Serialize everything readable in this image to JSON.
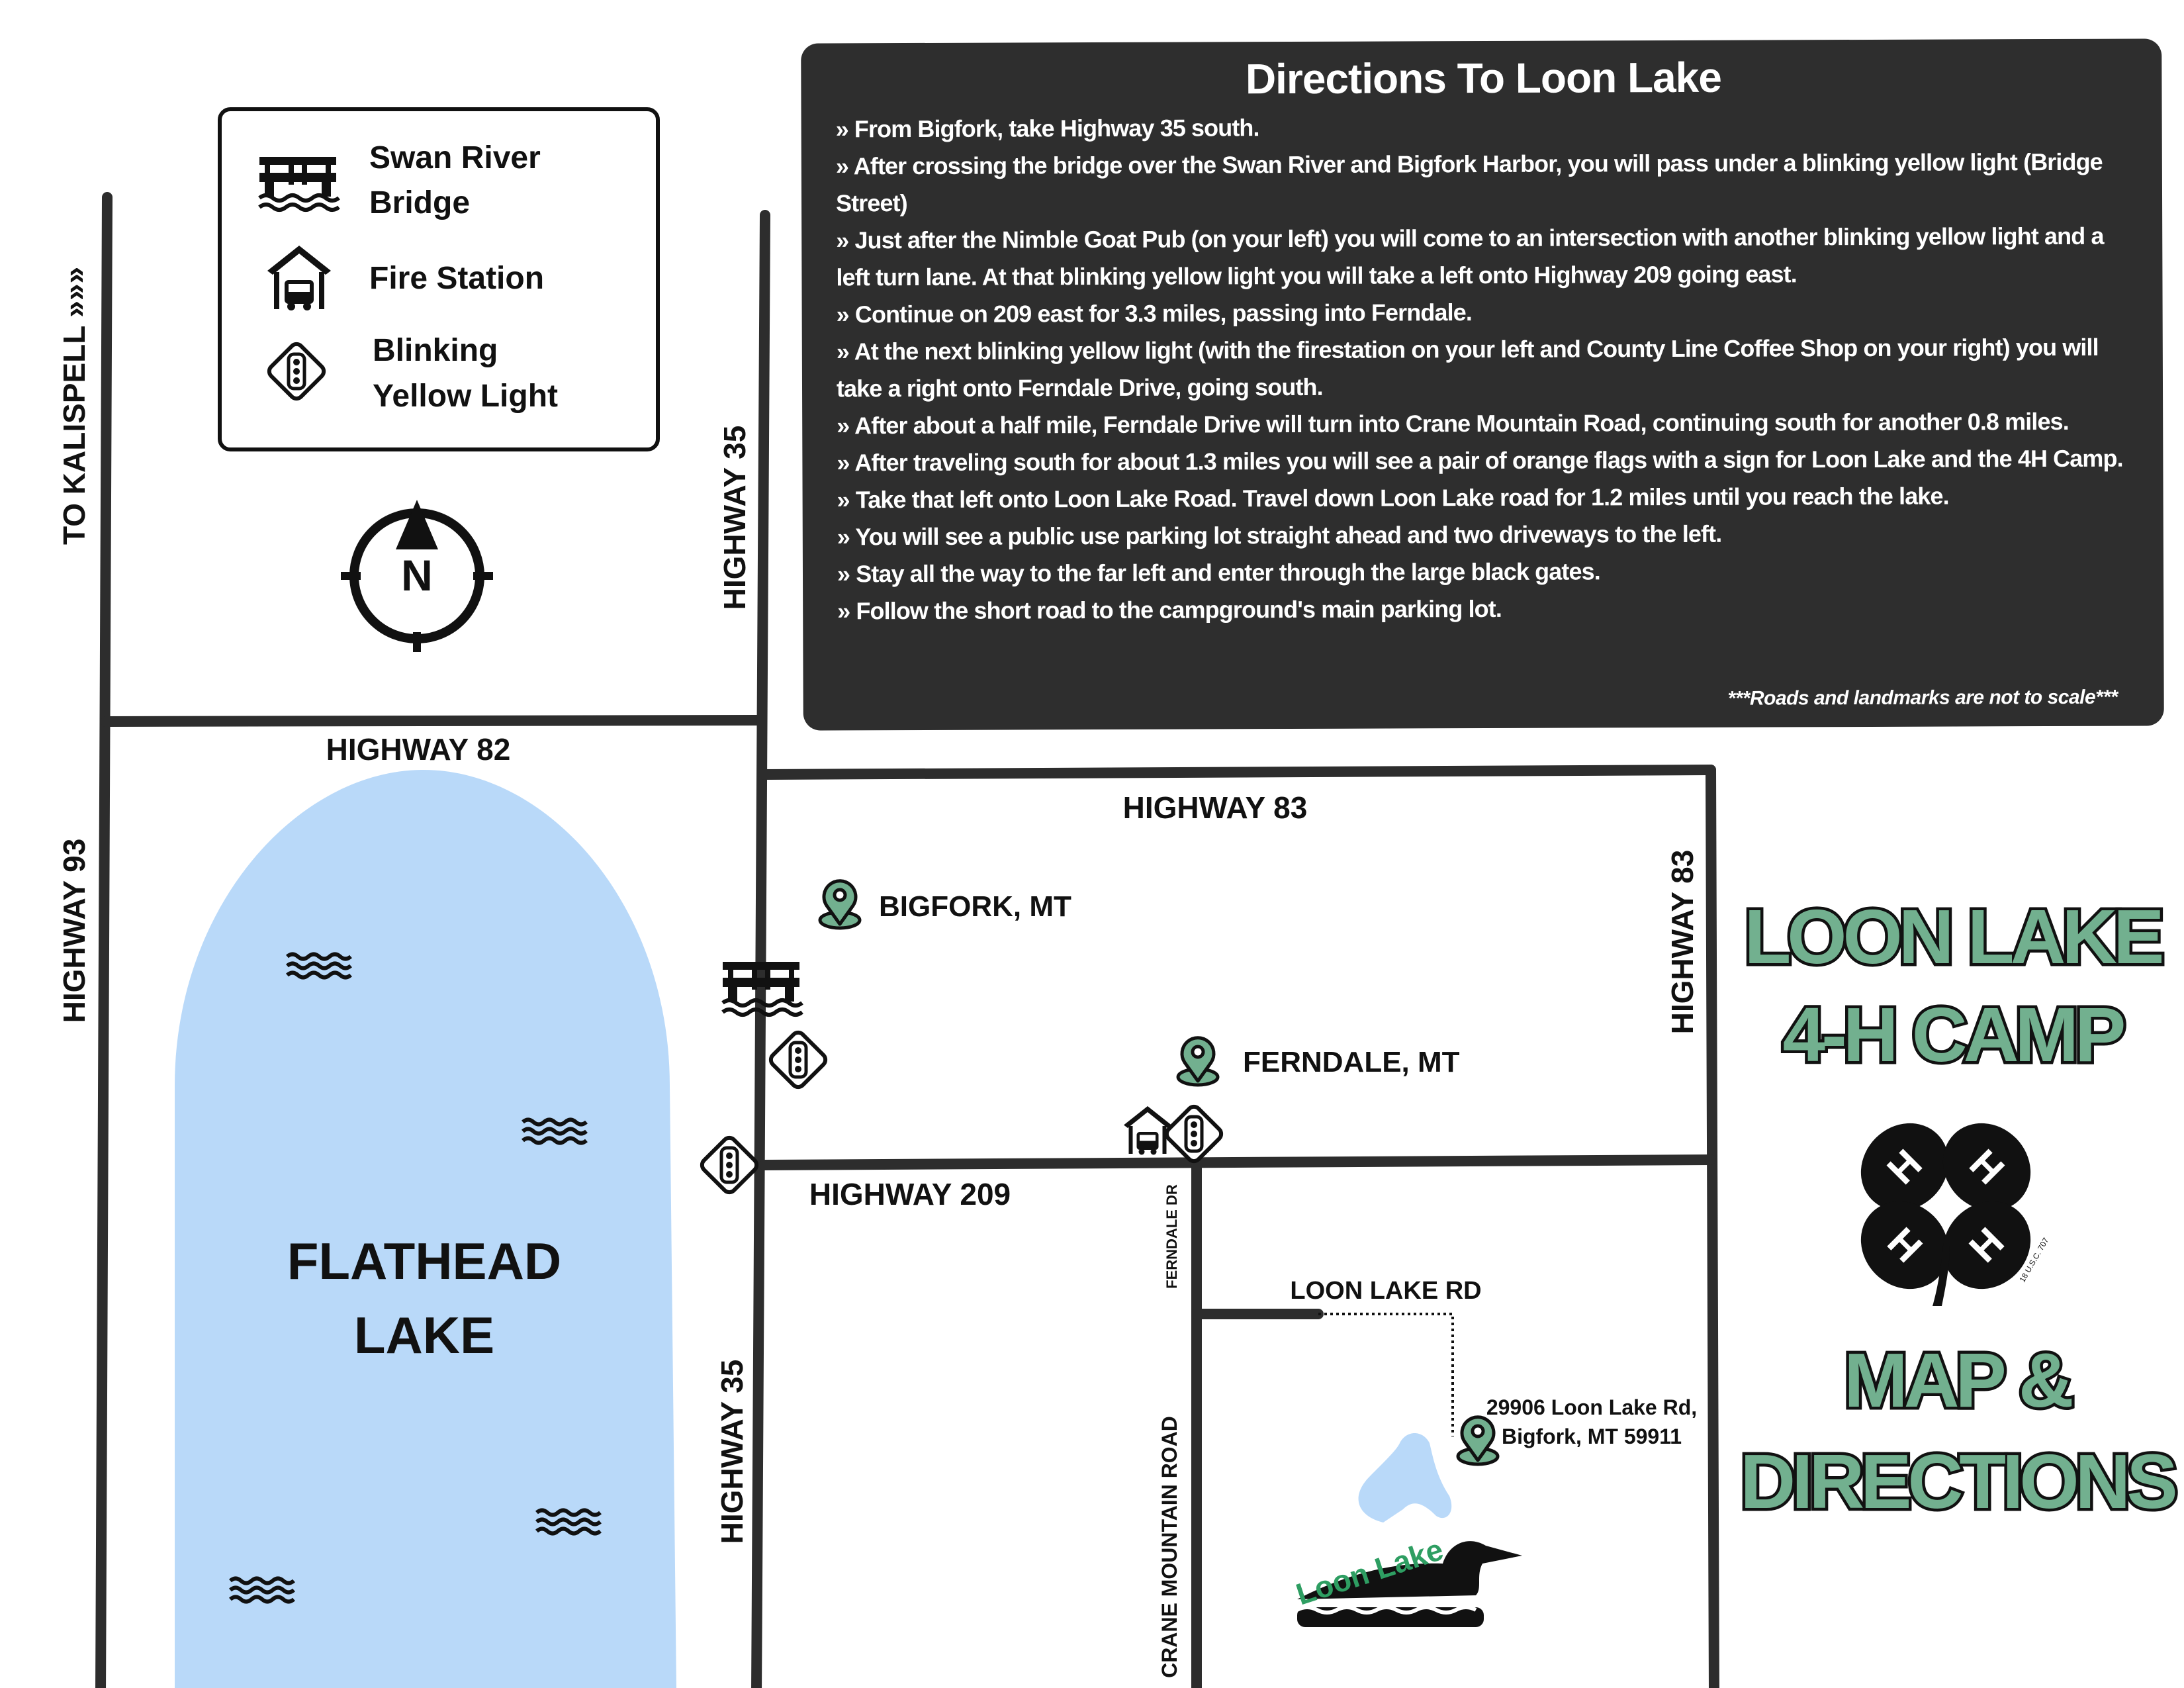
{
  "directions": {
    "title": "Directions To Loon Lake",
    "steps": [
      "» From Bigfork, take Highway 35 south.",
      "» After crossing the bridge over the Swan River and Bigfork Harbor, you will pass under a blinking yellow light (Bridge Street)",
      "» Just after the Nimble Goat Pub (on your left) you will come to an intersection with another blinking yellow light and a left turn lane. At that blinking yellow light you will take a left onto Highway 209 going east.",
      "» Continue on 209 east for 3.3 miles, passing into Ferndale.",
      "» At the next blinking yellow light (with the firestation on your left and County Line Coffee Shop on your right) you will take a right onto Ferndale Drive, going south.",
      "» After about a half mile, Ferndale Drive will turn into Crane Mountain Road, continuing south for another 0.8 miles.",
      "» After traveling south for about 1.3 miles you will see a pair of orange flags with a sign for Loon Lake and the 4H Camp.",
      "» Take that left onto Loon Lake Road. Travel down Loon Lake road for 1.2 miles until you reach the lake.",
      "» You will see a public use parking lot straight ahead and two driveways to the left.",
      "» Stay all the way to the far left and enter through the large black gates.",
      "» Follow the short road to the campground's main parking lot."
    ],
    "note": "***Roads and landmarks are not to scale***"
  },
  "legend": {
    "bridge": [
      "Swan River",
      "Bridge"
    ],
    "fire": "Fire Station",
    "light": [
      "Blinking",
      "Yellow Light"
    ]
  },
  "compass": {
    "north": "N"
  },
  "roads": {
    "to_kalispell": "TO KALISPELL »»»",
    "hwy93": "HIGHWAY 93",
    "hwy82": "HIGHWAY 82",
    "hwy35_north": "HIGHWAY 35",
    "hwy35_south": "HIGHWAY 35",
    "hwy83_h": "HIGHWAY 83",
    "hwy83_v": "HIGHWAY 83",
    "hwy209": "HIGHWAY 209",
    "ferndale_dr": "FERNDALE DR",
    "crane_mtn": "CRANE MOUNTAIN ROAD",
    "loon_lake_rd": "LOON LAKE RD"
  },
  "places": {
    "bigfork": "BIGFORK, MT",
    "ferndale": "FERNDALE, MT",
    "flathead": [
      "FLATHEAD",
      "LAKE"
    ],
    "address": [
      "29906 Loon Lake Rd,",
      "Bigfork, MT 59911"
    ]
  },
  "logo": {
    "loon_lake": "Loon Lake",
    "clover_mark": "18 U.S.C. 707"
  },
  "title": {
    "line1": "LOON LAKE",
    "line2": "4-H CAMP",
    "line3": "MAP &",
    "line4": "DIRECTIONS"
  },
  "colors": {
    "road": "#2d2d2d",
    "water": "#b9d9f9",
    "accent": "#72b08f",
    "panel": "#2e2e2e"
  }
}
